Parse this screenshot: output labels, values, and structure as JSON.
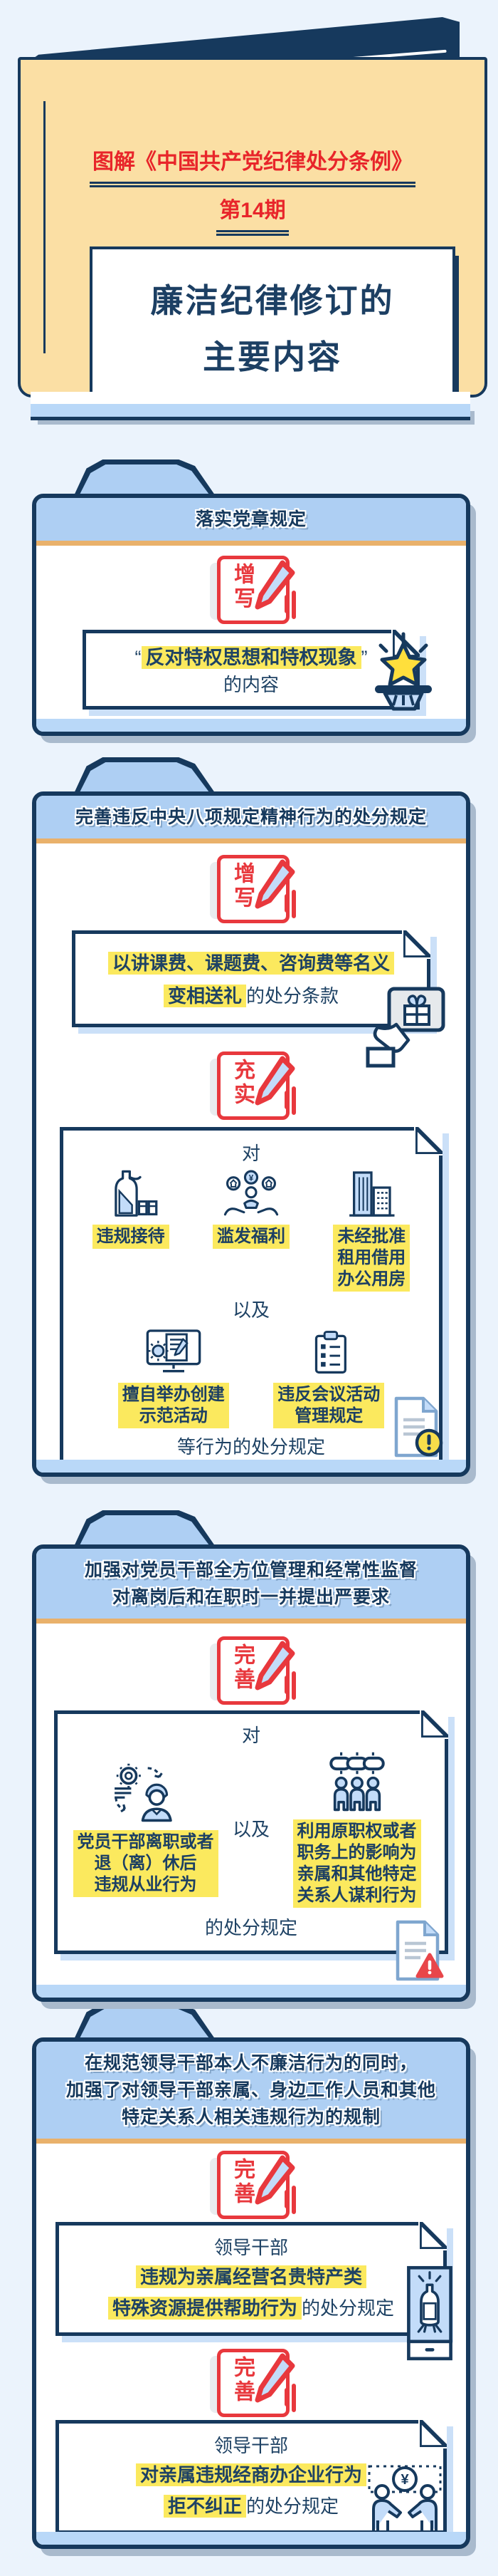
{
  "colors": {
    "navy": "#16395D",
    "red": "#E8383D",
    "title_red": "#E8252A",
    "cream": "#FBDFA4",
    "tab_blue": "#AECFF3",
    "strip_blue": "#B9D8F8",
    "page_bg": "#EBF3FC",
    "highlight_yellow": "#FBE95E",
    "divider_orange": "#E9B16B",
    "icon_fill": "#C3DCF9",
    "shadow_gray": "#A9BACD",
    "paper_shadow": "#CBE0F8",
    "star_yellow": "#FFDF3C"
  },
  "header": {
    "series_title": "图解《中国共产党纪律处分条例》",
    "issue_label": "第14期",
    "title_line1": "廉洁纪律修订的",
    "title_line2": "主要内容"
  },
  "section1": {
    "tab_title": "落实党章规定",
    "stamp": "增写",
    "paper": {
      "quote_open": "“",
      "highlight": "反对特权思想和特权现象",
      "quote_close": "”",
      "tail": "的内容"
    }
  },
  "section2": {
    "tab_title": "完善违反中央八项规定精神行为的处分规定",
    "stamp1": "增写",
    "paper1": {
      "hl_line1": "以讲课费、课题费、咨询费等名义",
      "hl_line2": "变相送礼",
      "tail": "的处分条款"
    },
    "stamp2": "充实",
    "paper2": {
      "lead": "对",
      "items_row1": [
        {
          "icon": "liquor-bottle-cups-icon",
          "label": "违规接待"
        },
        {
          "icon": "welfare-money-hands-icon",
          "label": "滥发福利"
        },
        {
          "icon": "office-buildings-icon",
          "label": "未经批准\n租用借用\n办公用房"
        }
      ],
      "connector": "以及",
      "items_row2": [
        {
          "icon": "monitor-document-icon",
          "label": "擅自举办创建\n示范活动"
        },
        {
          "icon": "meeting-clipboard-icon",
          "label": "违反会议活动\n管理规定"
        }
      ],
      "tail": "等行为的处分规定"
    }
  },
  "section3": {
    "tab_title_line1": "加强对党员干部全方位管理和经常性监督",
    "tab_title_line2": "对离岗后和在职时一并提出严要求",
    "stamp": "完善",
    "paper": {
      "lead": "对",
      "item_left": {
        "icon": "gear-person-icon",
        "label": "党员干部离职或者\n退（离）休后\n违规从业行为"
      },
      "connector": "以及",
      "item_right": {
        "icon": "chain-people-icon",
        "label": "利用原职权或者\n职务上的影响为\n亲属和其他特定\n关系人谋利行为"
      },
      "tail": "的处分规定"
    }
  },
  "section4": {
    "tab_title_line1": "在规范领导干部本人不廉洁行为的同时，",
    "tab_title_line2": "加强了对领导干部亲属、身边工作人员和其他",
    "tab_title_line3": "特定关系人相关违规行为的规制",
    "stamp1": "完善",
    "paper1": {
      "lead": "领导干部",
      "hl_line1": "违规为亲属经营名贵特产类",
      "hl_line2": "特殊资源提供帮助行为",
      "tail": "的处分规定"
    },
    "stamp2": "完善",
    "paper2": {
      "lead": "领导干部",
      "hl_line1": "对亲属违规经商办企业行为",
      "hl_line2": "拒不纠正",
      "tail": "的处分规定"
    }
  },
  "decor_icons": {
    "stamp_pencil": "pencil-edit-icon",
    "section1_award": "star-award-hand-icon",
    "section2_gift": "gift-card-hand-icon",
    "section2_doc": "document-warning-icon",
    "section3_doc": "document-alert-icon",
    "section4_bottle": "bottle-showcase-icon",
    "section4_handshake": "handshake-money-icon"
  }
}
